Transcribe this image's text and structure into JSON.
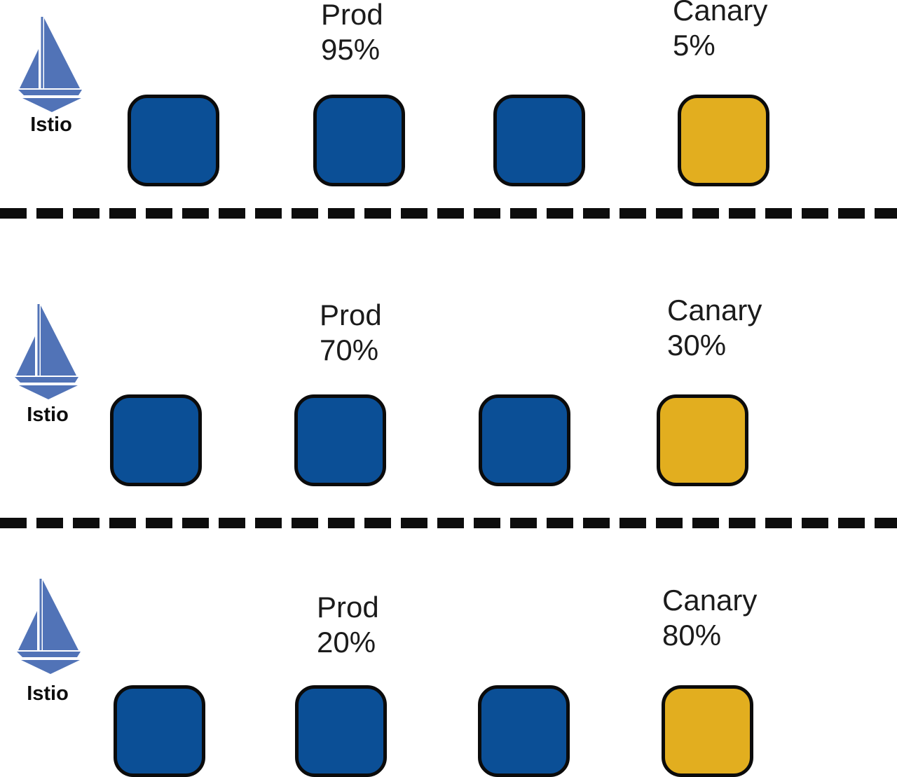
{
  "diagram": {
    "rows": [
      {
        "istio_label": "Istio",
        "prod_label": "Prod",
        "prod_percent": "95%",
        "canary_label": "Canary",
        "canary_percent": "5%",
        "pods": [
          "prod",
          "prod",
          "prod",
          "canary"
        ]
      },
      {
        "istio_label": "Istio",
        "prod_label": "Prod",
        "prod_percent": "70%",
        "canary_label": "Canary",
        "canary_percent": "30%",
        "pods": [
          "prod",
          "prod",
          "prod",
          "canary"
        ]
      },
      {
        "istio_label": "Istio",
        "prod_label": "Prod",
        "prod_percent": "20%",
        "canary_label": "Canary",
        "canary_percent": "80%",
        "pods": [
          "prod",
          "prod",
          "prod",
          "canary"
        ]
      }
    ],
    "icons": {
      "logo": "istio-sailboat-icon"
    },
    "colors": {
      "pod_prod": "#0B4F96",
      "pod_canary": "#E2AE1F",
      "logo_blue": "#5173B7",
      "pod_border": "#0B0B0B",
      "separator": "#0D0D0D",
      "text": "#1B1B1B",
      "label": "#0D0D0D"
    }
  }
}
